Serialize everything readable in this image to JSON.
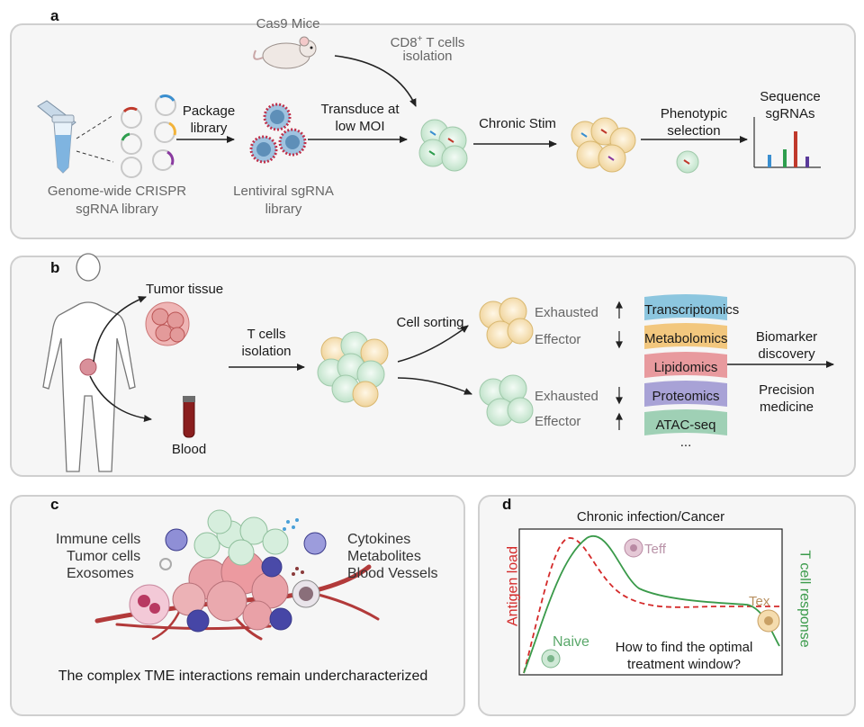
{
  "panel_a": {
    "label": "a",
    "library_l1": "Genome-wide CRISPR",
    "library_l2": "sgRNA library",
    "package_l1": "Package",
    "package_l2": "library",
    "lenti_l1": "Lentiviral sgRNA",
    "lenti_l2": "library",
    "mice": "Cas9 Mice",
    "cd8_main": "CD8",
    "cd8_sup": "+",
    "cd8_rest": " T cells",
    "cd8_l2": "isolation",
    "transduce_l1": "Transduce at",
    "transduce_l2": "low MOI",
    "chronic": "Chronic Stim",
    "pheno_l1": "Phenotypic",
    "pheno_l2": "selection",
    "seq_l1": "Sequence",
    "seq_l2": "sgRNAs"
  },
  "panel_b": {
    "label": "b",
    "tumor": "Tumor tissue",
    "blood": "Blood",
    "tcells_l1": "T cells",
    "tcells_l2": "isolation",
    "sorting": "Cell sorting",
    "exhausted": "Exhausted",
    "effector": "Effector",
    "omics": [
      "Transcriptomics",
      "Metabolomics",
      "Lipidomics",
      "Proteomics",
      "ATAC-seq"
    ],
    "omics_more": "...",
    "biomarker_l1": "Biomarker",
    "biomarker_l2": "discovery",
    "precision_l1": "Precision",
    "precision_l2": "medicine"
  },
  "panel_c": {
    "label": "c",
    "left_items": [
      "Immune cells",
      "Tumor cells",
      "Exosomes"
    ],
    "right_items": [
      "Cytokines",
      "Metabolites",
      "Blood Vessels"
    ],
    "caption": "The complex TME interactions remain undercharacterized"
  },
  "panel_d": {
    "label": "d",
    "title": "Chronic infection/Cancer",
    "ylabel_left": "Antigen load",
    "ylabel_right": "T cell response",
    "teff": "Teff",
    "tex": "Tex",
    "naive": "Naive",
    "question_l1": "How to find the optimal",
    "question_l2": "treatment window?"
  },
  "colors": {
    "green_curve": "#3a9a4a",
    "red_curve": "#d42a2a",
    "teff_text": "#b993a8",
    "tex_text": "#b89060",
    "naive_text": "#5aa86a",
    "omics_colors": [
      "#8cc6df",
      "#f2c77e",
      "#e89a9e",
      "#a8a2d6",
      "#9fd0b5"
    ]
  }
}
